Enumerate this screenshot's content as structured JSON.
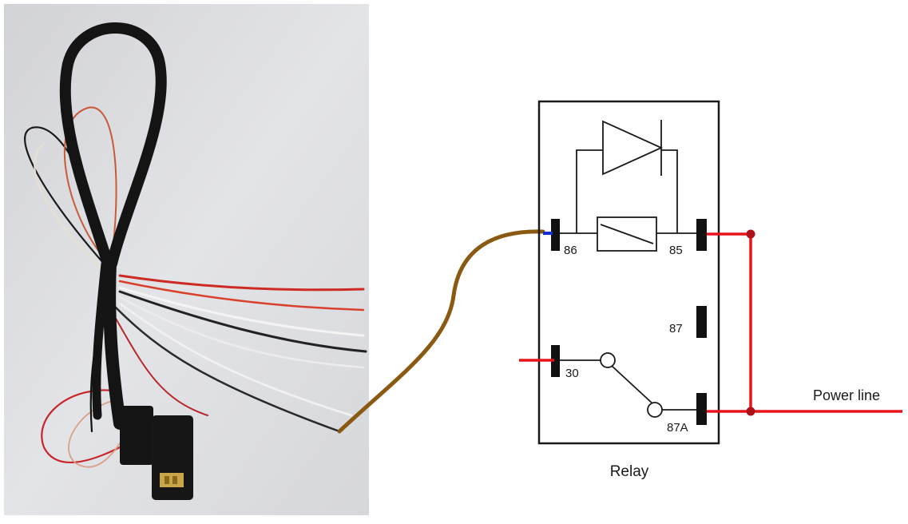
{
  "relay": {
    "caption": "Relay",
    "pins": {
      "p86": "86",
      "p85": "85",
      "p87": "87",
      "p30": "30",
      "p87a": "87A"
    }
  },
  "power_line": {
    "label": "Power line"
  },
  "colors": {
    "wire_red": "#e8141c",
    "wire_brown": "#8a5a12",
    "wire_blue": "#1030d0",
    "outline": "#1a1a1a",
    "photo_bg": "#dcdde0",
    "sleeve": "#141414"
  }
}
